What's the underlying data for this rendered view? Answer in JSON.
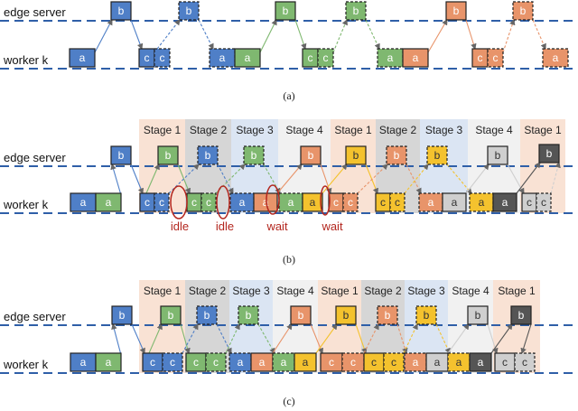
{
  "labels": {
    "edge_server": "edge server",
    "worker": "worker k",
    "captions": [
      "(a)",
      "(b)",
      "(c)"
    ],
    "idle": "idle",
    "wait": "wait"
  },
  "stages": [
    "Stage 1",
    "Stage 2",
    "Stage 3",
    "Stage 4"
  ],
  "box_letters": {
    "a": "a",
    "b": "b",
    "c": "c"
  },
  "colors": {
    "line": "#2f5fa8",
    "blue": "#4f7fc7",
    "green": "#7fb870",
    "orange": "#e8946a",
    "yellow": "#f4c22e",
    "light_gray": "#cfcfcf",
    "dark_gray": "#555555",
    "stage1_bg": "#f7d8c6",
    "stage2_bg": "#c8c8c8",
    "stage3_bg": "#cfdcef",
    "stage4_bg": "#ececec",
    "annot": "#b3261e"
  }
}
